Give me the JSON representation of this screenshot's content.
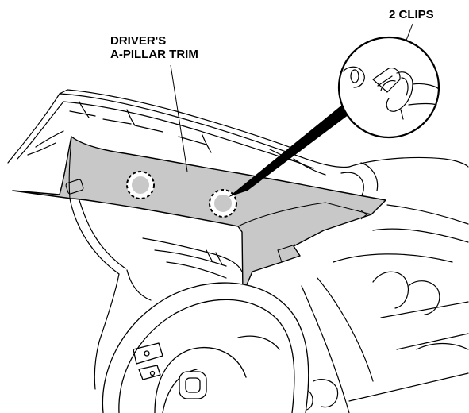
{
  "callouts": {
    "trim_label_line1": "DRIVER'S",
    "trim_label_line2": "A-PILLAR TRIM",
    "clips_label": "2 CLIPS"
  },
  "colors": {
    "trim_fill": "#c8c8c8",
    "line": "#000000",
    "background": "#ffffff"
  }
}
